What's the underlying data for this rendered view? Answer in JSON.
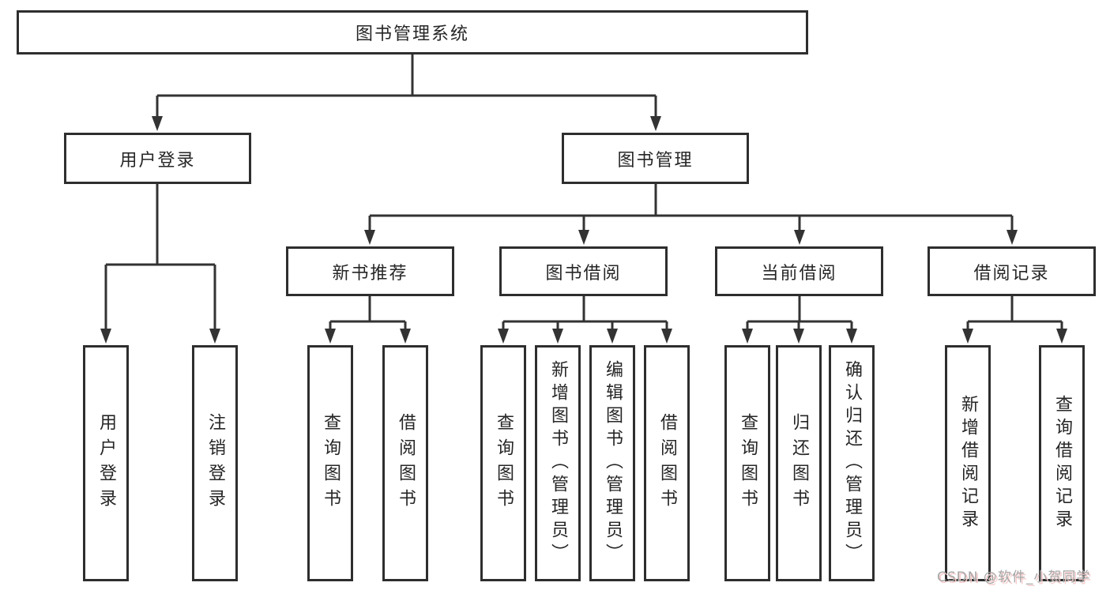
{
  "diagram": {
    "root": {
      "label": "图书管理系统"
    },
    "level2": [
      {
        "label": "用户登录"
      },
      {
        "label": "图书管理"
      }
    ],
    "level3": [
      {
        "label": "新书推荐"
      },
      {
        "label": "图书借阅"
      },
      {
        "label": "当前借阅"
      },
      {
        "label": "借阅记录"
      }
    ],
    "leaves": [
      {
        "label": "用户登录"
      },
      {
        "label": "注销登录"
      },
      {
        "label": "查询图书"
      },
      {
        "label": "借阅图书"
      },
      {
        "label": "查询图书"
      },
      {
        "label": "新增图书（管理员）"
      },
      {
        "label": "编辑图书（管理员）"
      },
      {
        "label": "借阅图书"
      },
      {
        "label": "查询图书"
      },
      {
        "label": "归还图书"
      },
      {
        "label": "确认归还（管理员）"
      },
      {
        "label": "新增借阅记录"
      },
      {
        "label": "查询借阅记录"
      }
    ]
  },
  "watermark": {
    "text": "CSDN @软件_小贺同学"
  },
  "colors": {
    "line": "#333333",
    "box_border": "#2e2e2e",
    "text": "#262626",
    "background": "#ffffff",
    "watermark_text": "#a6a6a6",
    "watermark_shadow": "#f5c9c9"
  }
}
